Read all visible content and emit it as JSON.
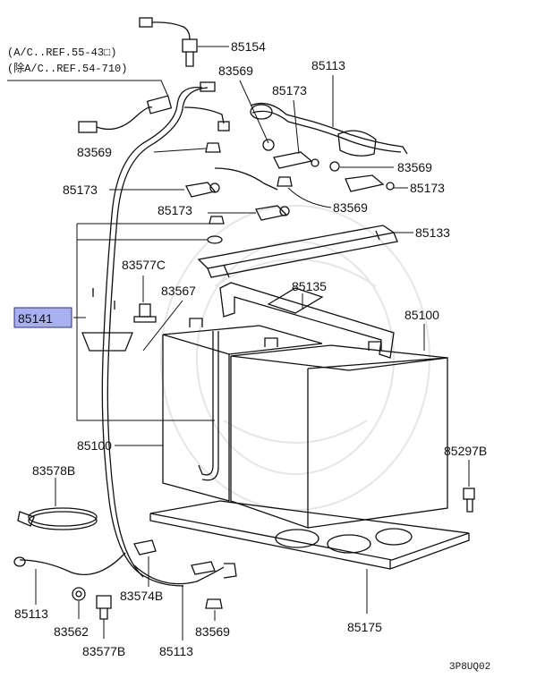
{
  "notes": {
    "line1": "(A/C..REF.55-43□)",
    "line2": "(除A/C..REF.54-710)"
  },
  "labels": {
    "p85154": "85154",
    "p83569_top": "83569",
    "p85113_top": "85113",
    "p85173_a": "85173",
    "p83569_a": "83569",
    "p83569_b": "83569",
    "p85173_b": "85173",
    "p85173_c": "85173",
    "p85173_d": "85173",
    "p83569_c": "83569",
    "p85133": "85133",
    "p83577C": "83577C",
    "p83567": "83567",
    "p85135": "85135",
    "p85141": "85141",
    "p85100_right": "85100",
    "p85100_left": "85100",
    "p85297B": "85297B",
    "p83578B": "83578B",
    "p83574B": "83574B",
    "p85113_left": "85113",
    "p83562": "83562",
    "p83577B": "83577B",
    "p85113_bottom": "85113",
    "p83569_bottom": "83569",
    "p85175": "85175"
  },
  "highlight_color": "#a9b0f0",
  "diagram_code": "3P8UQ02"
}
